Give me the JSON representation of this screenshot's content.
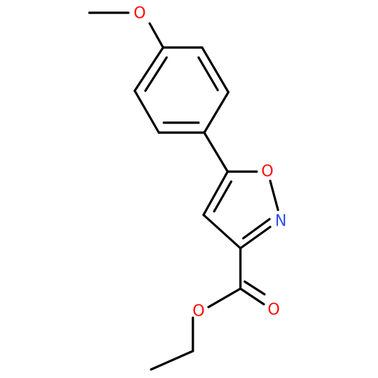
{
  "molecule": {
    "atoms": {
      "methoxy_oxygen": "O",
      "ring_oxygen": "O",
      "ring_nitrogen": "N",
      "carbonyl_oxygen": "O",
      "ester_oxygen": "O"
    },
    "colors": {
      "oxygen": "#ff0d0d",
      "nitrogen": "#3050f8",
      "bond": "#000000"
    }
  }
}
